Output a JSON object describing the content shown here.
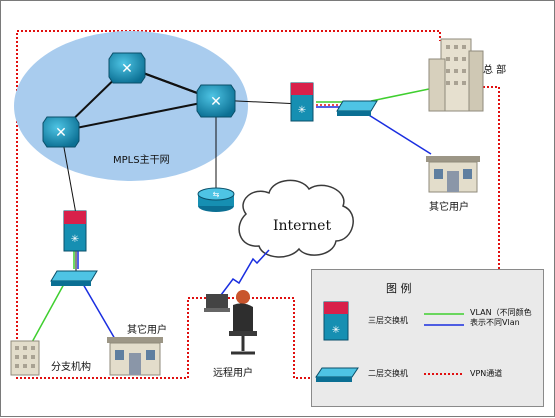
{
  "labels": {
    "mpls": "MPLS主干网",
    "internet": "Internet",
    "hq": "总  部",
    "other_user_right": "其它用户",
    "other_user_left": "其它用户",
    "branch": "分支机构",
    "remote_user": "远程用户"
  },
  "legend": {
    "title": "图      例",
    "l3_switch": "三层交换机",
    "l2_switch": "二层交换机",
    "vlan_text": "VLAN（不同颜色表示不同Vlan",
    "vpn": "VPN通道"
  },
  "colors": {
    "mpls_cloud": "#a9ccee",
    "router": "#168fb2",
    "vpn_line": "#e01010",
    "vlan_green": "#3fcf2f",
    "vlan_blue": "#1a2ee0",
    "link": "#111111"
  },
  "icons": {
    "router": "router-icon",
    "l3_switch": "l3-switch-icon",
    "l2_switch": "l2-switch-icon",
    "building": "building-icon",
    "house": "storefront-icon",
    "user": "remote-user-icon"
  }
}
